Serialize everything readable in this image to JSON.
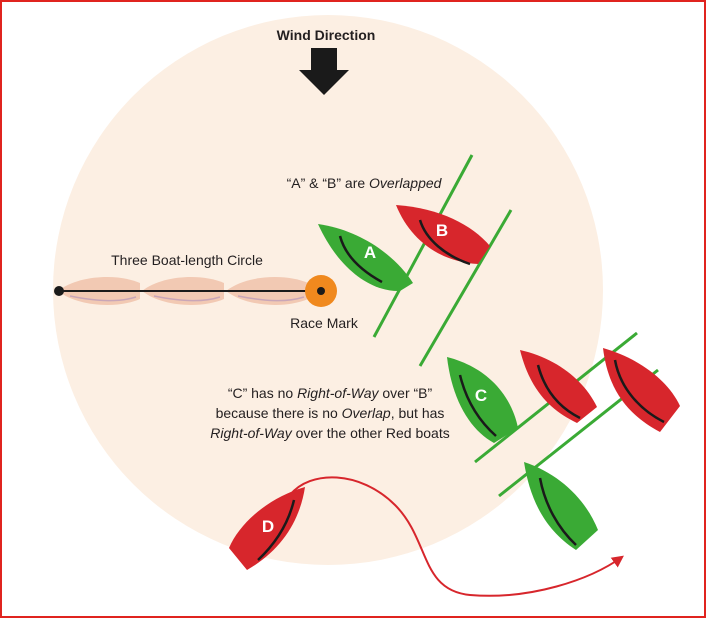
{
  "title": "Wind Direction",
  "circle_label": "Three Boat-length Circle",
  "mark_label": "Race Mark",
  "overlap_note": {
    "q1": "“A”",
    "amp": " & ",
    "q2": "“B”",
    "are": " are ",
    "em": "Overlapped"
  },
  "c_note": {
    "line1_a": "“C” has no ",
    "line1_em": "Right-of-Way",
    "line1_b": " over “B”",
    "line2_a": "because there is no ",
    "line2_em": "Overlap",
    "line2_b": ", but has",
    "line3_em": "Right-of-Way",
    "line3_b": " over the other Red boats"
  },
  "boats": {
    "a": "A",
    "b": "B",
    "c": "C",
    "d": "D"
  },
  "colors": {
    "circle": "#fcefe3",
    "green": "#3aaa35",
    "red": "#d7262c",
    "mark": "#f0891e",
    "line": "#3aaa35",
    "frame": "#e0241f",
    "ghost_boat": "#f2c9b3",
    "arrow": "#1a1a1a"
  },
  "icons": {
    "wind": "down-arrow-icon",
    "mark": "buoy-icon"
  }
}
